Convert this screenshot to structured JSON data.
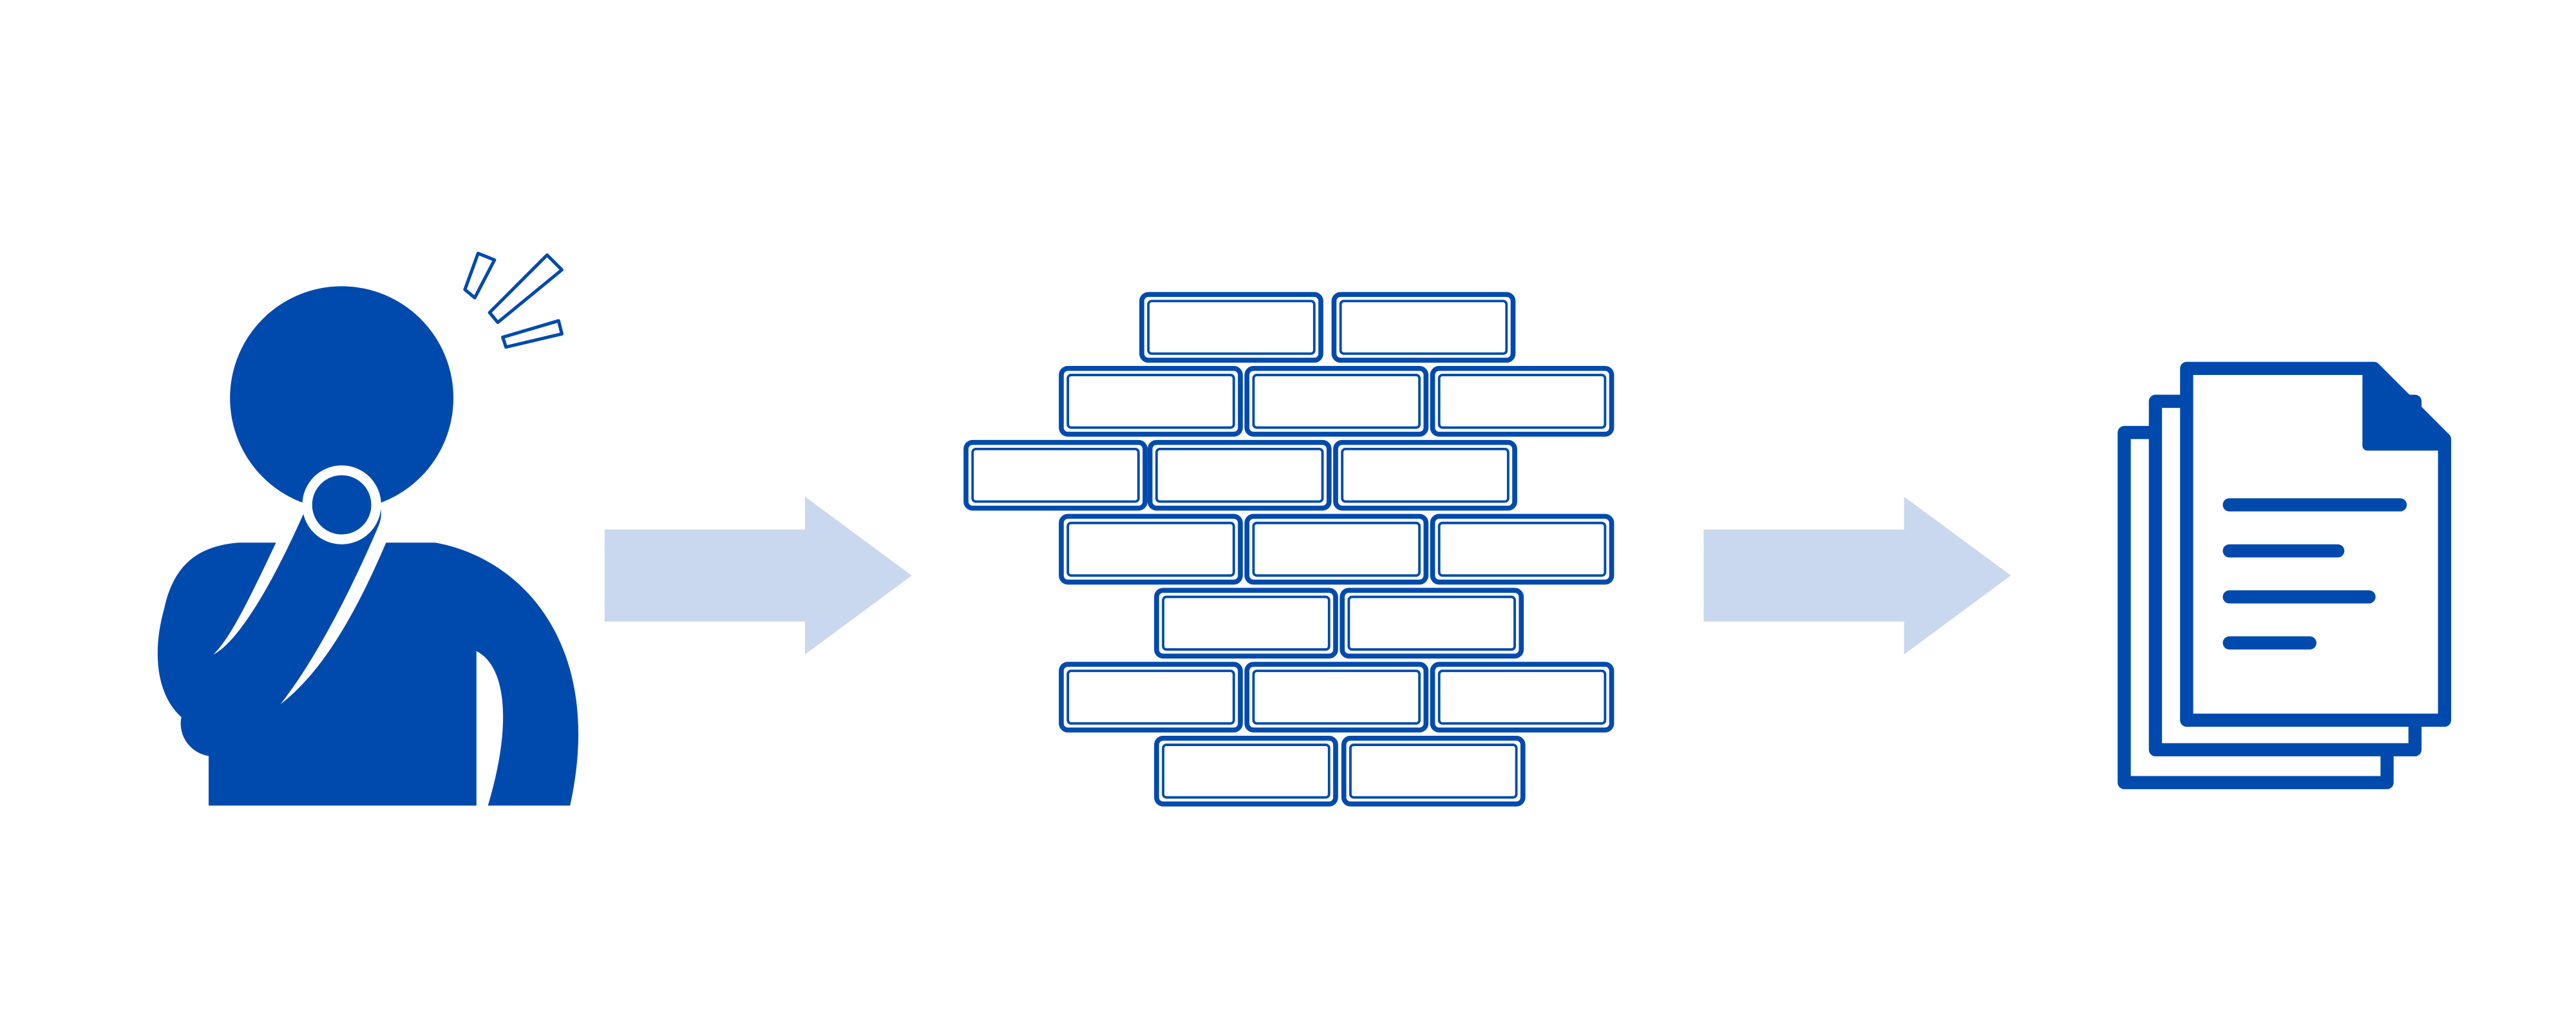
{
  "colors": {
    "primary": "#004AAD",
    "arrow": "#C9D8EE",
    "background": "#FFFFFF"
  },
  "diagram": {
    "type": "process-flow",
    "steps": [
      {
        "icon": "troubled-person-icon"
      },
      {
        "icon": "brick-wall-icon"
      },
      {
        "icon": "documents-icon"
      }
    ],
    "connectors": [
      {
        "from": 1,
        "to": 2,
        "icon": "right-arrow-icon"
      },
      {
        "from": 2,
        "to": 3,
        "icon": "right-arrow-icon"
      }
    ],
    "brick_wall_rows": [
      2,
      3,
      3,
      3,
      2,
      3,
      2
    ],
    "document_text_lines": 4
  }
}
